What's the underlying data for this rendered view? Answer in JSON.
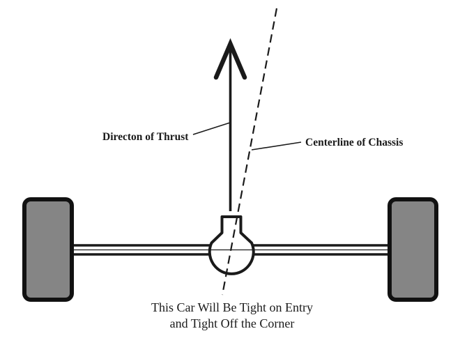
{
  "diagram": {
    "labels": {
      "thrust": "Directon of Thrust",
      "centerline": "Centerline of Chassis"
    },
    "caption": {
      "line1": "This Car Will Be Tight on Entry",
      "line2": "and Tight Off the Corner"
    },
    "colors": {
      "wheel_fill": "#858585",
      "line": "#1a1a1a",
      "background": "#ffffff"
    }
  }
}
